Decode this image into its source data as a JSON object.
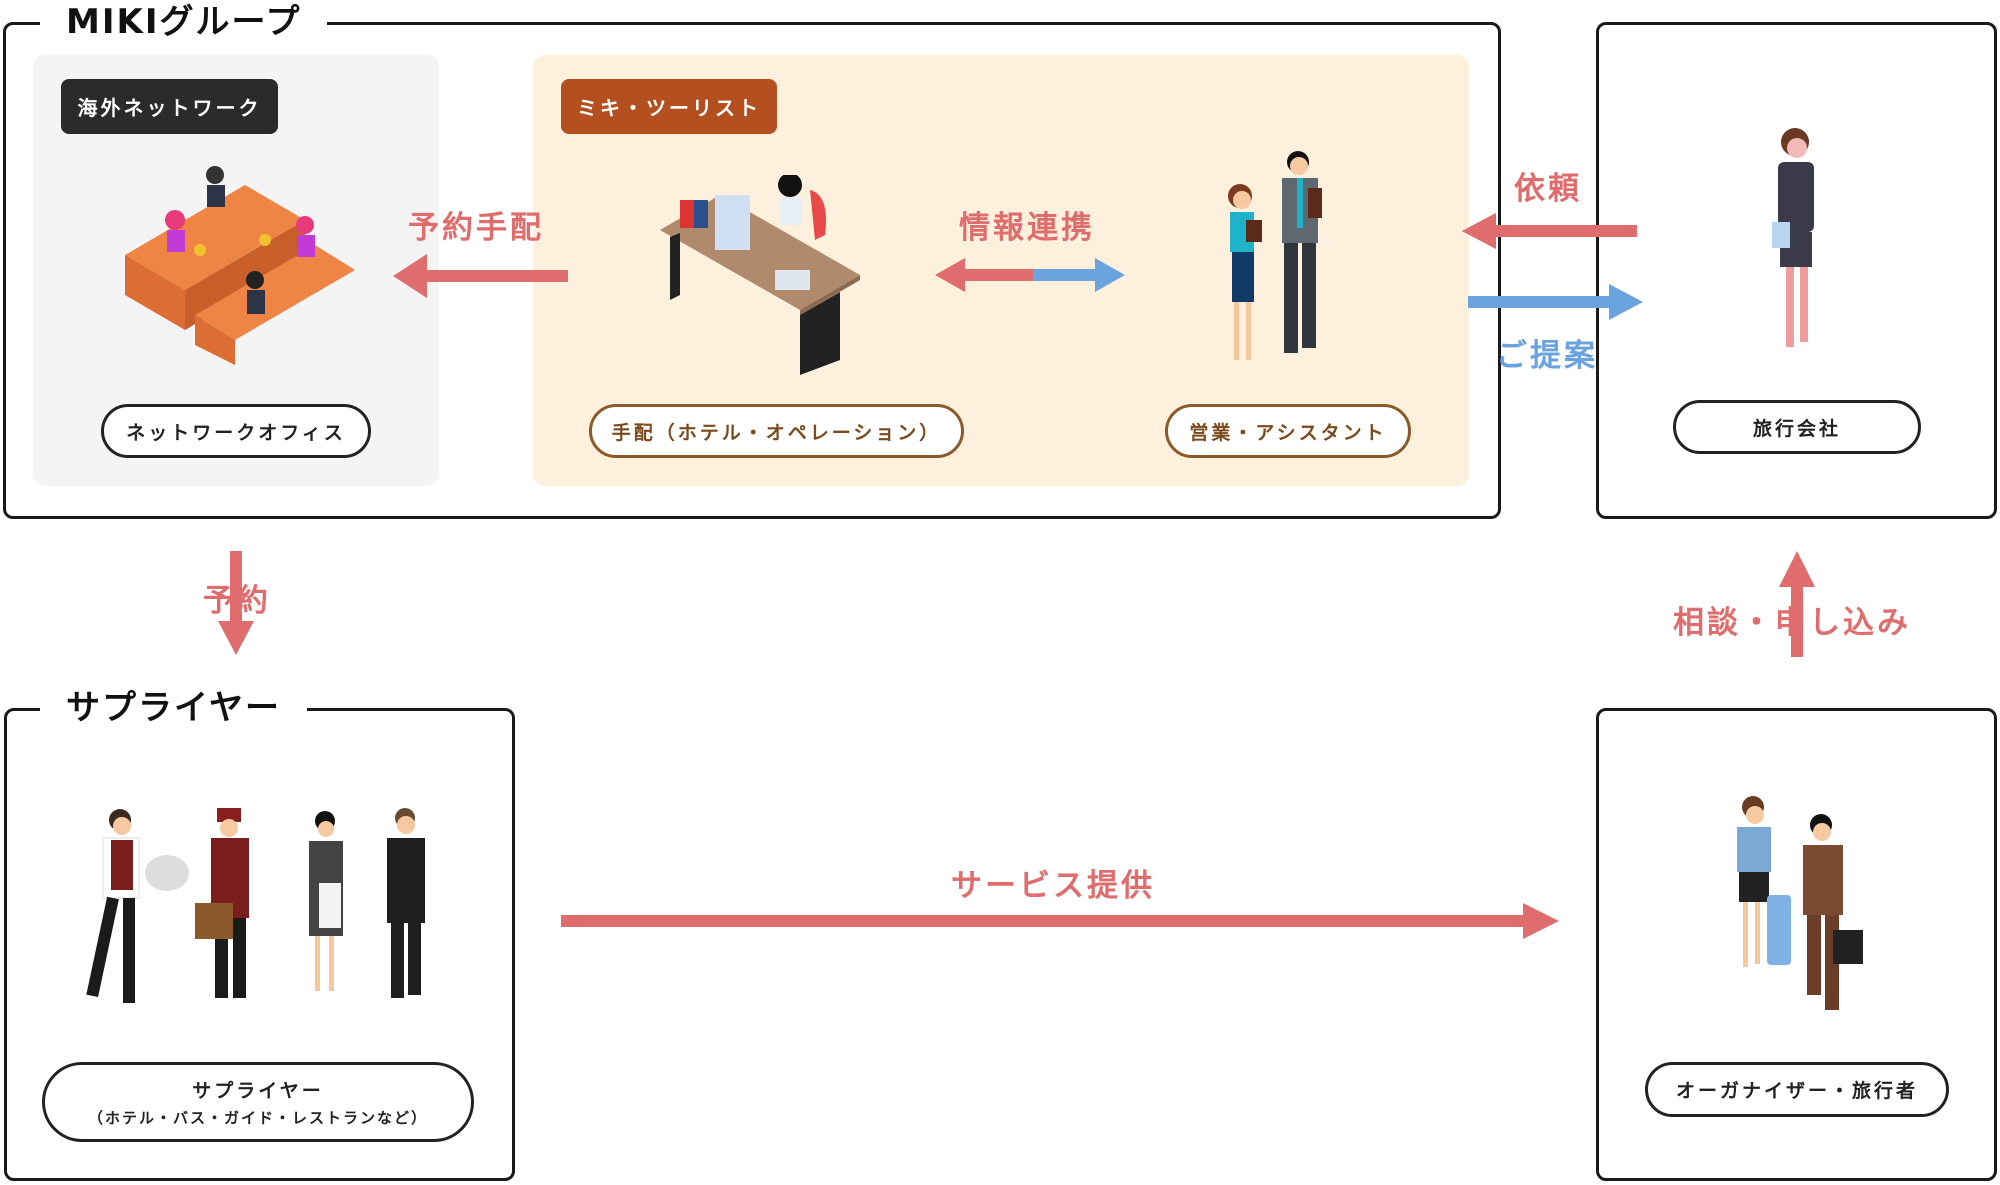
{
  "groups": {
    "miki": {
      "title": "MIKIグループ",
      "network": {
        "badge": "海外ネットワーク",
        "label": "ネットワークオフィス"
      },
      "tourist": {
        "badge": "ミキ・ツーリスト",
        "arrange_label": "手配（ホテル・オペレーション）",
        "sales_label": "営業・アシスタント"
      }
    },
    "travel_agency": {
      "label": "旅行会社"
    },
    "supplier": {
      "title": "サプライヤー",
      "label": "サプライヤー",
      "sublabel": "（ホテル・バス・ガイド・レストランなど）"
    },
    "organizer": {
      "label": "オーガナイザー・旅行者"
    }
  },
  "arrows": {
    "reservation_arrangement": "予約手配",
    "info_sharing": "情報連携",
    "request": "依頼",
    "proposal": "ご提案",
    "reservation": "予約",
    "consult_apply": "相談・申し込み",
    "service": "サービス提供"
  },
  "colors": {
    "red": "#e06d6d",
    "blue": "#6aa3de",
    "brown": "#b4501f",
    "cream": "#fdf0dc",
    "gray": "#f4f4f4",
    "dark": "#2b2b2b"
  }
}
